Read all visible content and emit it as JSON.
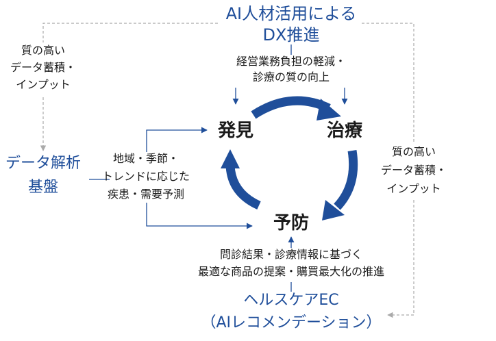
{
  "top": {
    "line1": "AI人材活用による",
    "line2": "DX推進"
  },
  "left": {
    "line1": "データ解析",
    "line2": "基盤"
  },
  "bottom": {
    "line1": "ヘルスケアEC",
    "line2": "（AIレコメンデーション）"
  },
  "nodes": {
    "discovery": "発見",
    "treatment": "治療",
    "prevention": "予防"
  },
  "notes": {
    "top": [
      "経営業務負担の軽減・",
      "診療の質の向上"
    ],
    "left_data": [
      "質の高い",
      "データ蓄積・",
      "インプット"
    ],
    "right_data": [
      "質の高い",
      "データ蓄積・",
      "インプット"
    ],
    "center": [
      "地域・季節・",
      "トレンドに応じた",
      "疾患・需要予測"
    ],
    "bottom": [
      "問診結果・診療情報に基づく",
      "最適な商品の提案・購買最大化の推進"
    ]
  },
  "colors": {
    "accent": "#1f4e9a",
    "dashed": "#aaaaaa",
    "text": "#1a1a1a"
  }
}
